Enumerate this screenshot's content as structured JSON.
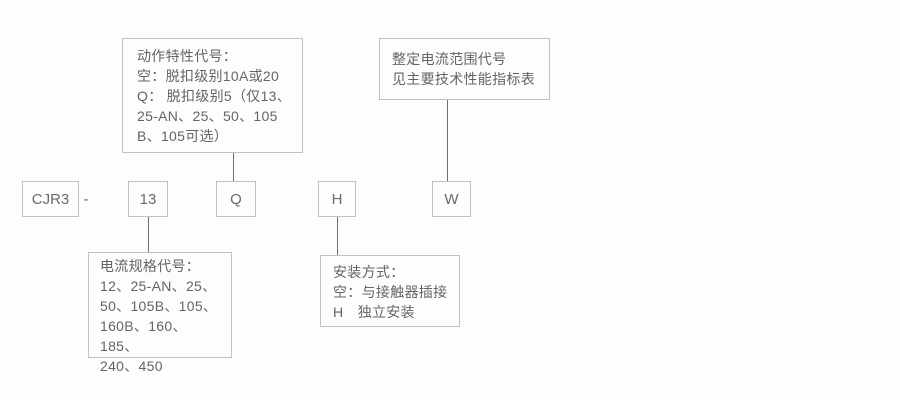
{
  "diagram": {
    "code_row": {
      "model": "CJR3",
      "separator": "-",
      "codes": [
        "13",
        "Q",
        "H",
        "W"
      ]
    },
    "callouts": {
      "action_characteristic": {
        "text": "动作特性代号：\n空：脱扣级别10A或20\nQ： 脱扣级别5（仅13、\n25-AN、25、50、105\nB、105可选）",
        "connects_to": "Q"
      },
      "setting_current_range": {
        "text": "整定电流范围代号\n见主要技术性能指标表",
        "connects_to": "W"
      },
      "current_spec": {
        "text": "电流规格代号：\n12、25-AN、25、\n50、105B、105、\n160B、160、185、\n240、450",
        "connects_to": "13"
      },
      "mounting_type": {
        "text": "安装方式：\n空：与接触器插接\nH　独立安装",
        "connects_to": "H"
      }
    },
    "colors": {
      "background": "#fdfdfd",
      "box_border": "#c1c1c1",
      "text": "#646464",
      "connector_line": "#6e6e6e"
    }
  }
}
